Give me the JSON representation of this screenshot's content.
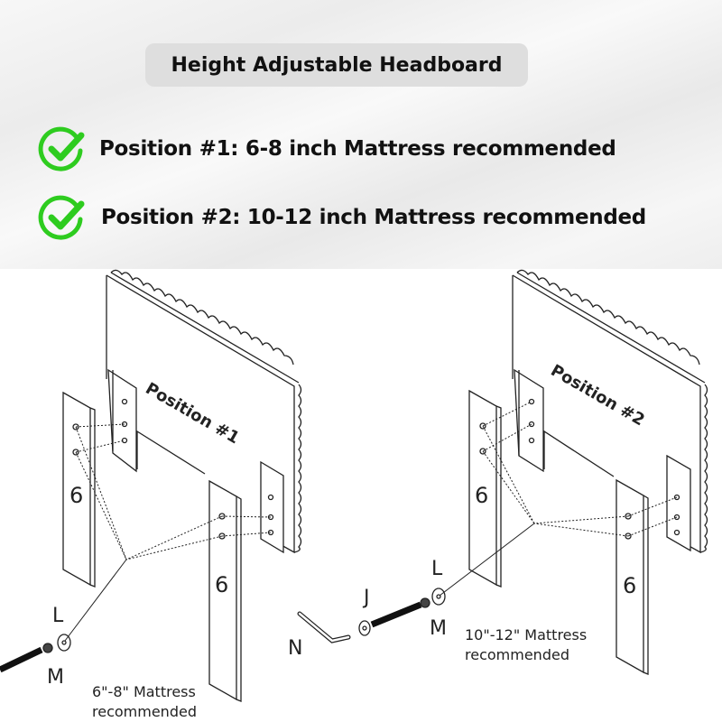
{
  "header": {
    "title": "Height Adjustable Headboard"
  },
  "features": [
    {
      "icon": "check-circle-icon",
      "text": "Position #1: 6-8 inch Mattress recommended"
    },
    {
      "icon": "check-circle-icon",
      "text": "Position #2: 10-12 inch Mattress recommended"
    }
  ],
  "colors": {
    "check_green": "#2ecc1f",
    "title_pill_bg": "#dedede",
    "text": "#111111"
  },
  "diagram": {
    "left": {
      "position_label": "Position #1",
      "leg_labels": [
        "6",
        "6"
      ],
      "part_labels": {
        "l": "L",
        "m": "M"
      },
      "note_line1": "6\"-8\" Mattress",
      "note_line2": "recommended"
    },
    "right": {
      "position_label": "Position #2",
      "leg_labels": [
        "6",
        "6"
      ],
      "part_labels": {
        "l": "L",
        "m": "M",
        "j": "J",
        "n": "N"
      },
      "note_line1": "10\"-12\" Mattress",
      "note_line2": "recommended"
    }
  }
}
